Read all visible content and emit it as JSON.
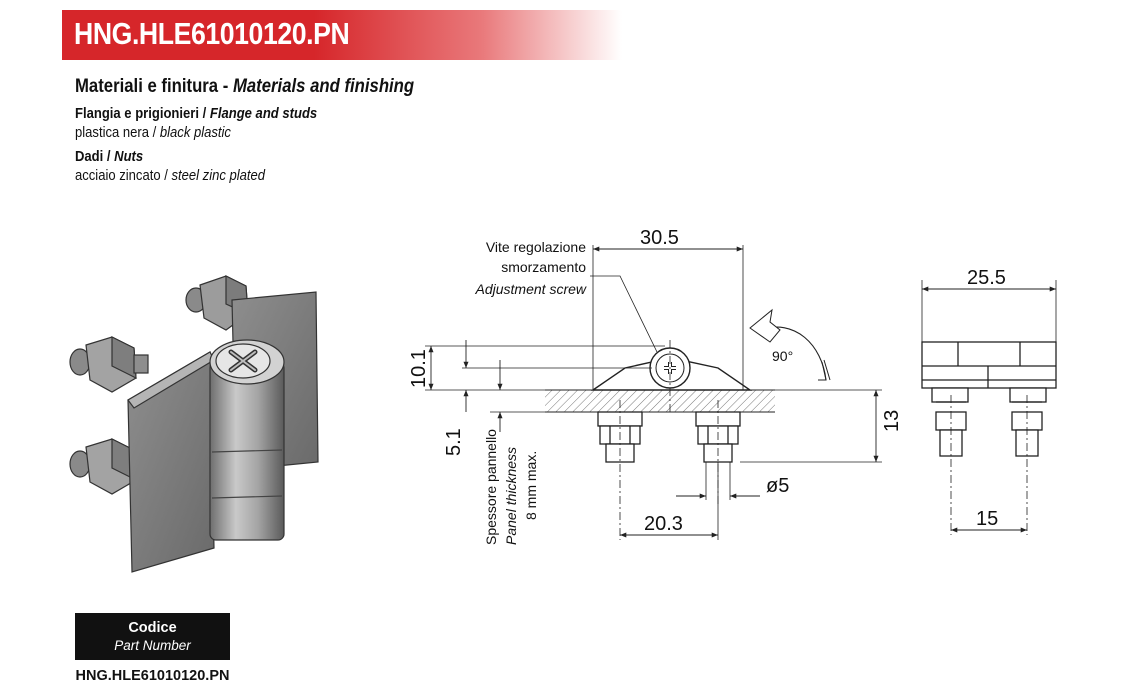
{
  "header": {
    "part_code": "HNG.HLE61010120.PN"
  },
  "materials": {
    "heading_it": "Materiali e finitura - ",
    "heading_en": "Materials and finishing",
    "flange_label_it": "Flangia e prigionieri / ",
    "flange_label_en": "Flange and studs",
    "flange_value_it": "plastica nera / ",
    "flange_value_en": "black plastic",
    "nuts_label_it": "Dadi / ",
    "nuts_label_en": "Nuts",
    "nuts_value_it": "acciaio zincato / ",
    "nuts_value_en": "steel zinc plated"
  },
  "drawing": {
    "dim_width_front": "30.5",
    "dim_width_side": "25.5",
    "dim_height_top": "10.1",
    "dim_height_below": "5.1",
    "dim_stud_height": "13",
    "dim_stud_diameter": "ø5",
    "dim_hole_spacing_front": "20.3",
    "dim_hole_spacing_side": "15",
    "rotation_angle": "90°",
    "screw_label_line1": "Vite regolazione",
    "screw_label_line2": "smorzamento",
    "screw_label_en": "Adjustment screw",
    "panel_label_it": "Spessore pannello",
    "panel_label_en": "Panel thickness",
    "panel_label_max": "8 mm max."
  },
  "code_table": {
    "label": "Codice",
    "sub_label": "Part Number",
    "value": "HNG.HLE61010120.PN"
  }
}
